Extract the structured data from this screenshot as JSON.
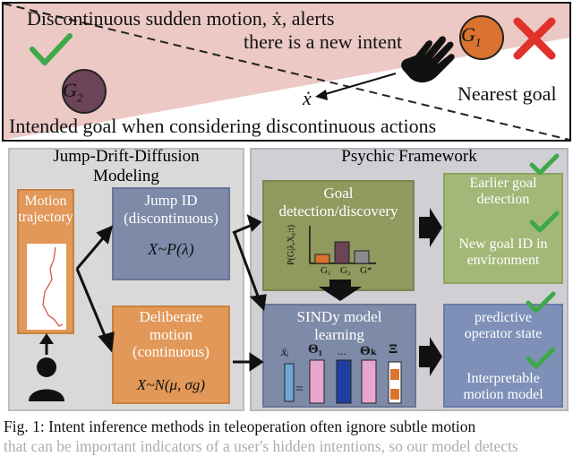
{
  "top": {
    "headline_line1": "Discontinuous sudden motion, ẋ, alerts",
    "headline_line2": "there is a new intent",
    "goal1_label": "G",
    "goal1_sub": "1",
    "goal2_label": "G",
    "goal2_sub": "2",
    "xdot_label": "ẋ",
    "nearest_goal": "Nearest goal",
    "intended_goal": "Intended goal when considering discontinuous actions"
  },
  "jdd": {
    "title_line1": "Jump-Drift-Diffusion",
    "title_line2": "Modeling",
    "motion_line1": "Motion",
    "motion_line2": "trajectory",
    "jump_line1": "Jump ID",
    "jump_line2": "(discontinuous)",
    "jump_formula": "X~P(λ)",
    "delib_line1": "Deliberate",
    "delib_line2": "motion",
    "delib_line3": "(continuous)",
    "delib_formula": "X~N(μ, σg)"
  },
  "psychic": {
    "title": "Psychic Framework",
    "goal_line1": "Goal",
    "goal_line2": "detection/discovery",
    "axis_label": "P(G|λ,X₀:t)",
    "bar_labels": [
      "G₁",
      "G₂",
      "G*"
    ],
    "sindy_line1": "SINDy model",
    "sindy_line2": "learning",
    "sindy_xdot": "ẋᵢ",
    "sindy_theta1": "Θ₁",
    "sindy_dots": "...",
    "sindy_thetak": "Θₖ",
    "sindy_xi": "Ξ",
    "out1_line1": "Earlier goal",
    "out1_line2": "detection",
    "out2_line1": "New goal ID in",
    "out2_line2": "environment",
    "out3_line1": "predictive",
    "out3_line2": "operator state",
    "out4_line1": "Interpretable",
    "out4_line2": "motion model"
  },
  "caption": {
    "line1": "Fig. 1: Intent inference methods in teleoperation often ignore subtle motion",
    "line2": "that can be important indicators of a user's hidden intentions, so our model detects"
  },
  "chart_data": {
    "type": "bar",
    "categories": [
      "G₁",
      "G₂",
      "G*"
    ],
    "values": [
      0.25,
      0.6,
      0.35
    ],
    "ylabel": "P(G|λ,X₀:t)",
    "colors": [
      "#d9732f",
      "#6b4457",
      "#8a8a8a"
    ]
  },
  "colors": {
    "top_bg": "#ecc9c4",
    "left_panel": "#d9d9d9",
    "right_panel": "#cfcfd4",
    "orange_box": "#e29858",
    "slate_box": "#7d8aa8",
    "olive_box": "#8e9a5e",
    "green_out": "#a3b878",
    "blue_out": "#7e90b8",
    "check": "#3ea84a",
    "cross": "#e0322a"
  }
}
